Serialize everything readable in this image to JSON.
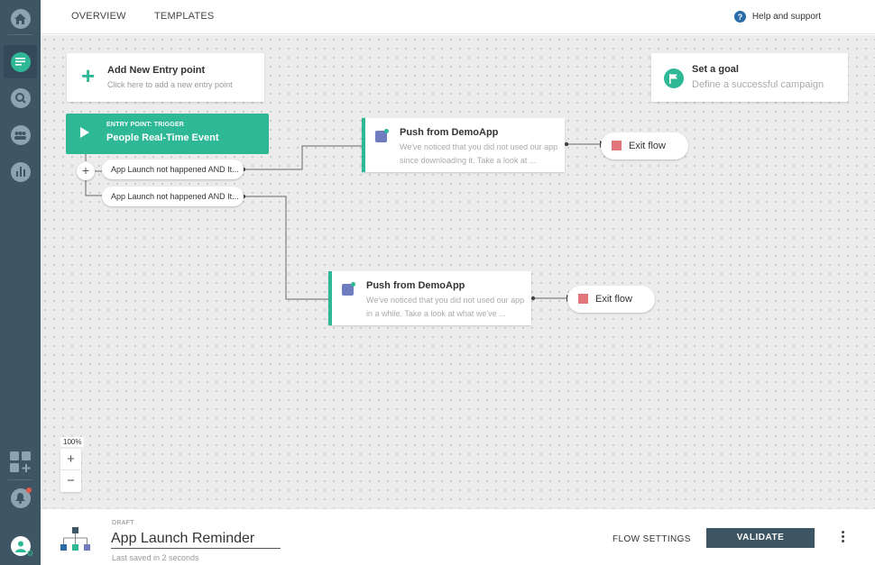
{
  "header": {
    "tabs": [
      "OVERVIEW",
      "TEMPLATES"
    ],
    "help_label": "Help and support"
  },
  "canvas": {
    "add_entry": {
      "title": "Add New Entry point",
      "subtitle": "Click here to add a new entry point"
    },
    "goal": {
      "title": "Set a goal",
      "subtitle": "Define a successful campaign"
    },
    "entry_point": {
      "kicker": "ENTRY POINT: TRIGGER",
      "title": "People Real-Time Event"
    },
    "branches": [
      {
        "label": "App Launch not happened AND It..."
      },
      {
        "label": "App Launch not happened AND It..."
      }
    ],
    "pushes": [
      {
        "title": "Push from DemoApp",
        "desc": "We've noticed that you did not used our app since downloading it. Take a look at ..."
      },
      {
        "title": "Push from DemoApp",
        "desc": "We've noticed that you did not used our app in a while. Take a look at what we've ..."
      }
    ],
    "exits": [
      {
        "label": "Exit flow"
      },
      {
        "label": "Exit flow"
      }
    ],
    "zoom": {
      "level": "100%",
      "in": "+",
      "out": "−"
    }
  },
  "footer": {
    "status": "DRAFT",
    "flow_name": "App Launch Reminder",
    "saved": "Last saved in 2 seconds",
    "flow_settings": "FLOW SETTINGS",
    "validate": "VALIDATE"
  },
  "colors": {
    "accent": "#2fb896",
    "sidebar": "#3e5564",
    "exit": "#e0767a",
    "push_icon": "#6f7cbf"
  }
}
